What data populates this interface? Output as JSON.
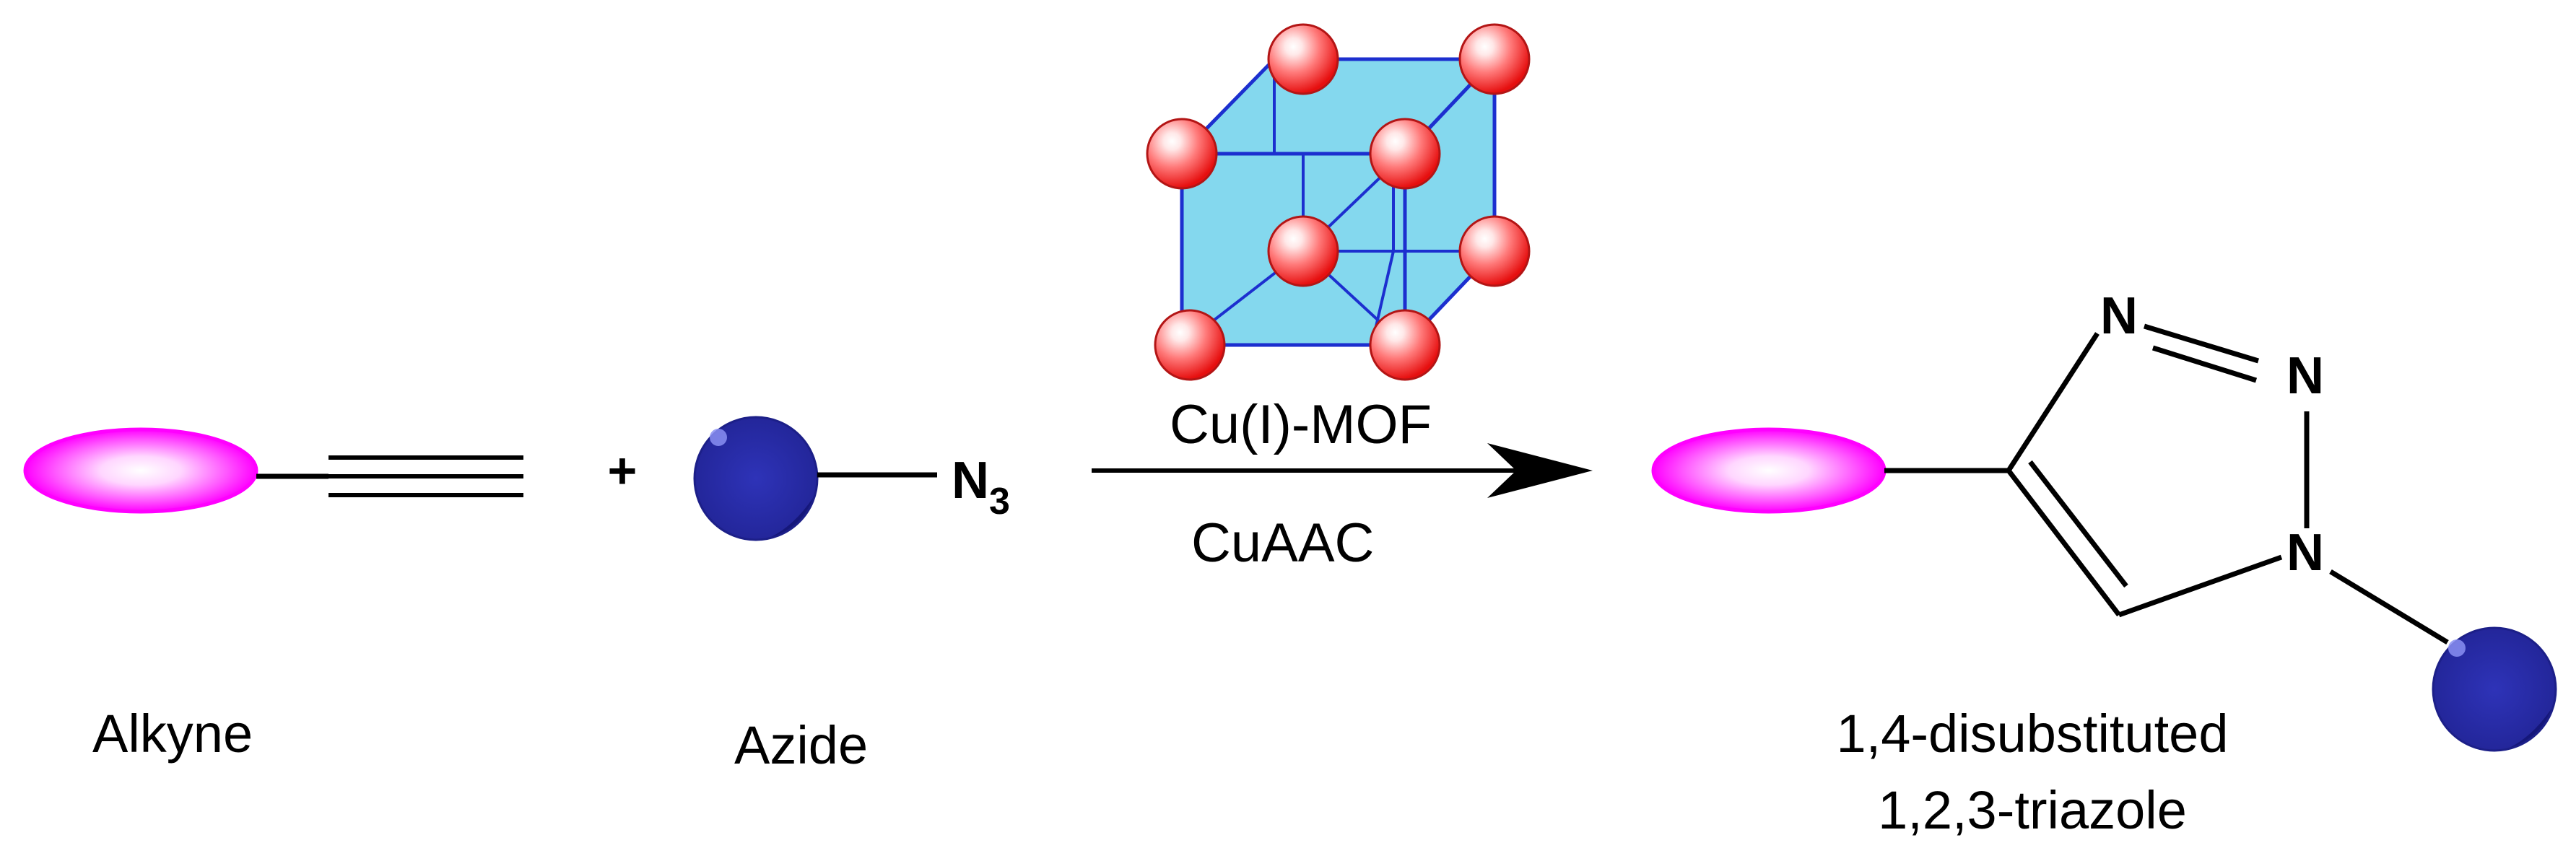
{
  "reactants": {
    "alkyne_label": "Alkyne",
    "plus": "+",
    "azide_label": "Azide",
    "azide_group_symbol": "N",
    "azide_group_subscript": "3"
  },
  "reaction": {
    "catalyst": "Cu(I)-MOF",
    "reaction_type": "CuAAC"
  },
  "product": {
    "ring_atom_n1": "N",
    "ring_atom_n2": "N",
    "ring_atom_n3": "N",
    "name_line1": "1,4-disubstituted",
    "name_line2": "1,2,3-triazole"
  },
  "colors": {
    "alkyne_ellipse": "#ff00ff",
    "azide_sphere": "#2b2ea8",
    "mof_cube_fill": "#7fd8ef",
    "mof_cube_edges": "#1c2fcf",
    "mof_node": "#ee2a2a",
    "bonds": "#000000"
  }
}
